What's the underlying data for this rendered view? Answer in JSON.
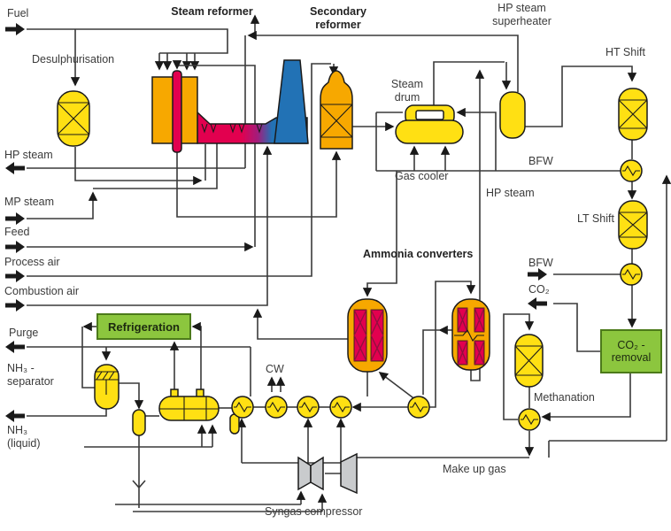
{
  "colors": {
    "vessel_yellow": "#FFE013",
    "vessel_orange": "#F7A800",
    "hot_crimson": "#E2004F",
    "hot_purple": "#A21D7C",
    "flue_blue": "#2272B5",
    "box_green": "#8CC63E",
    "box_green_border": "#4C7A1A",
    "compressor_gray": "#C9CBCD",
    "pipe_line": "#3A3A3A",
    "text": "#3B3B3B"
  },
  "labels": {
    "fuel": "Fuel",
    "desulphurisation": "Desulphurisation",
    "steam_reformer": "Steam reformer",
    "secondary_reformer": "Secondary reformer",
    "hp_steam_superheater": "HP steam superheater",
    "steam_drum": "Steam drum",
    "gas_cooler": "Gas cooler",
    "ht_shift": "HT Shift",
    "hp_steam_left": "HP steam",
    "mp_steam": "MP steam",
    "feed": "Feed",
    "process_air": "Process air",
    "combustion_air": "Combustion air",
    "bfw_1": "BFW",
    "hp_steam_mid": "HP steam",
    "lt_shift": "LT Shift",
    "ammonia_converters": "Ammonia converters",
    "bfw_2": "BFW",
    "co2": "CO₂",
    "co2_removal": "CO₂ - removal",
    "methanation": "Methanation",
    "make_up_gas": "Make up gas",
    "refrigeration": "Refrigeration",
    "purge": "Purge",
    "nh3_separator": "NH₃ - separator",
    "nh3_liquid": "NH₃ (liquid)",
    "cw": "CW",
    "syngas_compressor": "Syngas compressor"
  }
}
